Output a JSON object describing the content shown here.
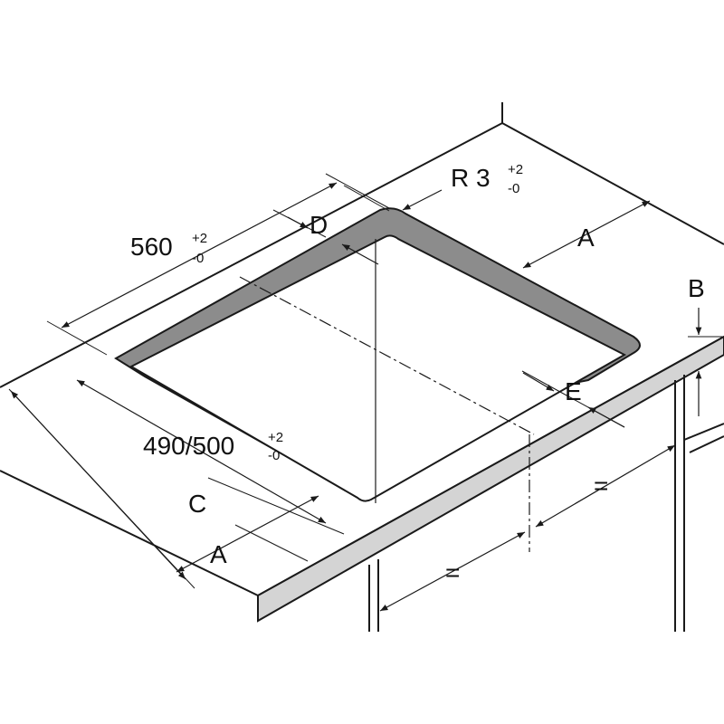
{
  "labels": {
    "radius": "R 3",
    "radius_tol_upper": "+2",
    "radius_tol_lower": "-0",
    "depth": "560",
    "depth_tol_upper": "+2",
    "depth_tol_lower": "-0",
    "width": "490/500",
    "width_tol_upper": "+2",
    "width_tol_lower": "-0",
    "a_back": "A",
    "a_front": "A",
    "b": "B",
    "c": "C",
    "d": "D",
    "e": "E",
    "equal_left": "=",
    "equal_right": "="
  },
  "colors": {
    "line": "#1a1a1a",
    "cutout_rim": "#8c8c8c",
    "front_edge": "#d4d4d4",
    "background": "#ffffff"
  }
}
